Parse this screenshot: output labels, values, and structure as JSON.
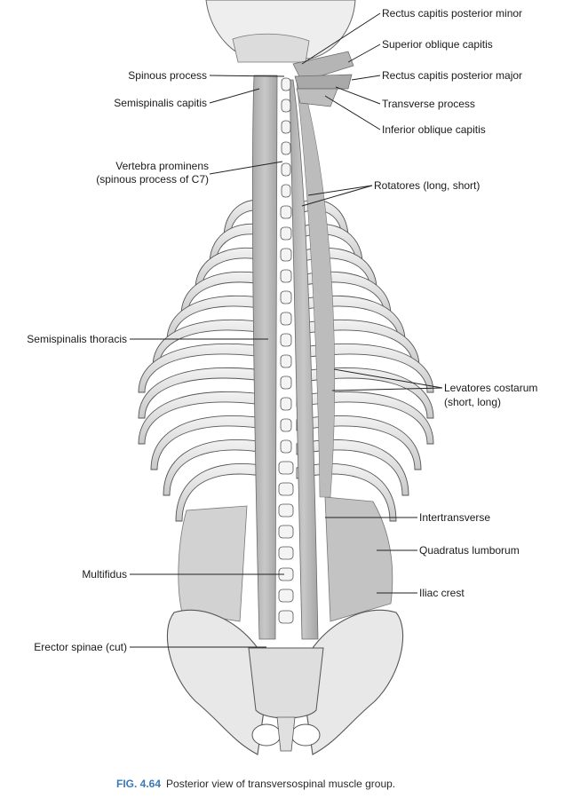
{
  "labels": {
    "rcp_minor": "Rectus capitis posterior minor",
    "sup_oblique": "Superior oblique capitis",
    "rcp_major": "Rectus capitis posterior major",
    "transverse_process": "Transverse process",
    "inf_oblique": "Inferior oblique capitis",
    "rotatores": "Rotatores (long, short)",
    "levatores_1": "Levatores costarum",
    "levatores_2": "(short, long)",
    "intertransverse": "Intertransverse",
    "quadratus": "Quadratus lumborum",
    "iliac_crest": "Iliac crest",
    "spinous_process": "Spinous process",
    "semispinalis_capitis": "Semispinalis capitis",
    "vertebra_prominens_1": "Vertebra prominens",
    "vertebra_prominens_2": "(spinous process of C7)",
    "semispinalis_thoracis": "Semispinalis thoracis",
    "multifidus": "Multifidus",
    "erector_spinae": "Erector spinae (cut)"
  },
  "caption": {
    "fig": "FIG. 4.64",
    "text": "Posterior view of transversospinal muscle group."
  },
  "colors": {
    "bone": "#e6e6e6",
    "muscle": "#b9b9b9",
    "outline": "#555555",
    "leader": "#222222",
    "caption_accent": "#3a78b8"
  }
}
